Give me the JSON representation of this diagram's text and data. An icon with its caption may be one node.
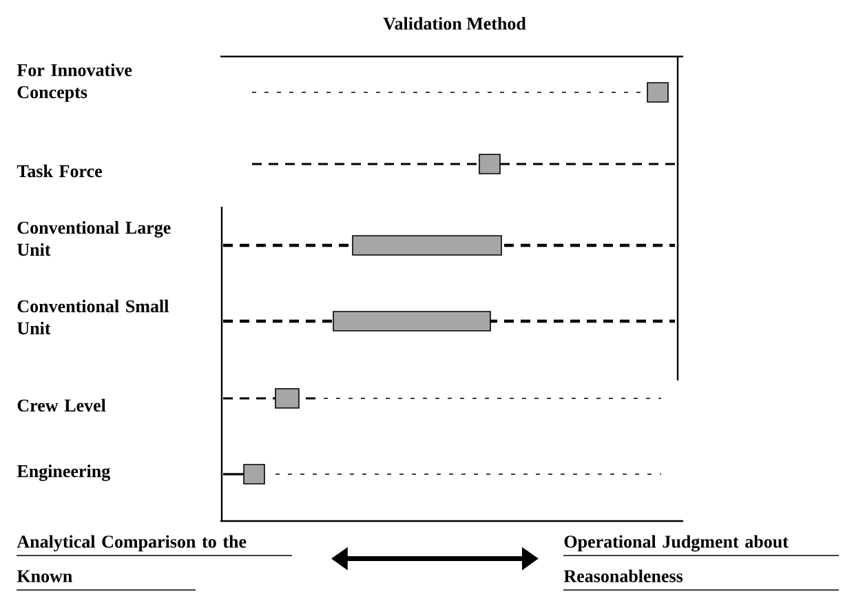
{
  "diagram": {
    "title": "Validation Method",
    "nodes": [
      {
        "text": [
          "Analytical Comparison to the Known"
        ]
      },
      {
        "text": [
          "Operational Judgment about Reasonableness"
        ]
      }
    ],
    "edges": [
      {
        "from": 0,
        "to": 1,
        "arrow": "both"
      }
    ],
    "labels": [
      "For Innovative Concepts",
      "Task Force",
      "Conventional Large Unit",
      "Conventional Small Unit",
      "Crew Level",
      "Engineering"
    ]
  }
}
